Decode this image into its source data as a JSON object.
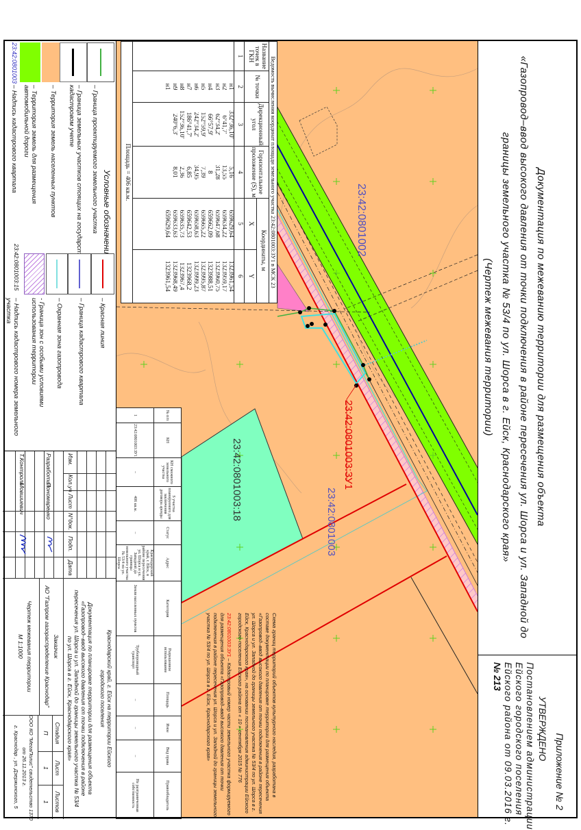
{
  "title": {
    "lines": [
      "Документация по межеванию территории для размещения объекта",
      "«Газопровод–ввод высокого давления от точки подключения в районе пересечения ул. Шорса и ул. Западной до",
      "границы земельного участка № 53/4 по ул. Шорса в г. Ейск, Краснодарского края»",
      "(Чертеж межевания территории)"
    ]
  },
  "approval": {
    "appendix": "Приложение № 2",
    "approved": "УТВЕРЖДЕНО",
    "lines": [
      "Постановлением администрации",
      "Ейского городского поселения",
      "Ейского района от 09.03.2016 г.",
      "№ 213"
    ]
  },
  "map": {
    "labels": {
      "quarter_north": "23:42:0801002",
      "parcel_zu1": "23:42:0801003:ЗУ1",
      "quarter_south": "23:42:0801003",
      "parcel_18": "23:42:0801003:18"
    },
    "colors": {
      "settlement": "#FFBF80",
      "road": "#80FF00",
      "red_line": "#E00000",
      "quarter_boundary": "#0000A0",
      "protection_zone": "#40E0E0",
      "parcel_18": "#80FFC0",
      "pink_area": "#FF80C8"
    }
  },
  "coord_table": {
    "caption": "Ведомость вычисления координат площади земельного участка 23:42:0801003:ЗУ1 в МСК 23",
    "headers": {
      "name": "Название точек в ГКН",
      "num": "№ точки",
      "angle": "Дирекционный угол",
      "dist": "Горизонтальное проложение (S), м",
      "coords": "Координаты, м",
      "x": "X",
      "y": "Y"
    },
    "index": [
      "1",
      "2",
      "3",
      "4",
      "5",
      "6"
    ],
    "rows": [
      {
        "num": "н1",
        "angle": "332°36,10'",
        "dist": "5,16",
        "x": "659629,64",
        "y": "1323961,54"
      },
      {
        "num": "н2",
        "angle": "6°41,7'",
        "dist": "13,55",
        "x": "659634,22",
        "y": "1323959,17"
      },
      {
        "num": "н3",
        "angle": "62°34,2'",
        "dist": "31,28",
        "x": "659647,68",
        "y": "1323960,75"
      },
      {
        "num": "н4",
        "angle": "66°57,9'",
        "dist": "8",
        "x": "659662,09",
        "y": "1323988,51"
      },
      {
        "num": "н5",
        "angle": "152°59,9'",
        "dist": "7,39",
        "x": "659665,22",
        "y": "1323995,87"
      },
      {
        "num": "н6",
        "angle": "242°34,2'",
        "dist": "34,95",
        "x": "659658,63",
        "y": "1323999,23"
      },
      {
        "num": "н7",
        "angle": "186°41,7'",
        "dist": "6,85",
        "x": "659642,53",
        "y": "1323968,2"
      },
      {
        "num": "н8",
        "angle": "152°36,10'",
        "dist": "2,36",
        "x": "659635,73",
        "y": "1323967,4"
      },
      {
        "num": "н9",
        "angle": "240°6,3'",
        "dist": "8,01",
        "x": "659633,63",
        "y": "1323968,49"
      },
      {
        "num": "н1",
        "angle": "",
        "dist": "",
        "x": "659629,64",
        "y": "1323961,54"
      }
    ],
    "area": "Площадь = 406 кв.м."
  },
  "parcel_table": {
    "headers": [
      "№ п/п",
      "КН",
      "КН смежного земельного участка",
      "S участка планируемого для заключения договора аренды",
      "Статус",
      "Адрес",
      "Категория",
      "Разрешенное использование",
      "Площадь",
      "Иное",
      "Вид права",
      "Правообладатель"
    ],
    "row": [
      "1",
      "23:42:0801003:ЗУ1",
      "–",
      "406 кв.м.",
      "–",
      "Краснодарский край, г. Ейск, в районе пересечения ул. Шорса и ул. Западной до границы земельного участка № 53/4 по ул. Шорса",
      "Земли населенных пунктов",
      "Трубопроводный транспорт",
      "–",
      "–",
      "–",
      "Не разграниченная собственность"
    ]
  },
  "legend": {
    "title": "Условные обозначения",
    "items": [
      "– Граница проектируемого земельного участка",
      "– Граница земельных участков стоящих на государственном кадастровом учете",
      "– Территория земель населенных пунктов",
      "– Территория земель для размещения автомобильной дороги",
      "– Надпись кадастрового квартала",
      "– Красная линия",
      "– Граница кадастрового квартала",
      "– Охранная зона газопровода",
      "- Граница зон с особыми условиями использования территории",
      "– Надпись кадастрового номера земельного участка"
    ],
    "sample_quarter": "23:42:0801003",
    "sample_parcel": "23:42:0801003:15"
  },
  "note": {
    "text": "Схема границ территорий объектов культурного наследия, разработана в составе документации по планировке территории для размещения объекта «Газопровод–ввод высокого давления от точки подключения в районе пересечения ул. Шорса и ул. Западной до границы земельного участка № 53/4 по ул. Шорса в г. Ейск, Краснодарского края», на основании постановления администрации Ейского городского поселения Ейского района от « 10 » сентября 2015 № 776",
    "cadastral": "23:42:0801003:ЗУ1",
    "cadastral_text": " – Кадастровый номер части земельного участка формируемого для размещения объекта «Газопровод–ввод высокого давления от точки подключения в районе пересечения ул. Шорса и ул. Западной до границы земельного участка № 53/4 по ул. Шорса в г. Ейск, Краснодарского края»"
  },
  "stamp": {
    "cols": [
      "Изм.",
      "Кол.уч",
      "Лист",
      "N°док.",
      "Подп.",
      "Дата"
    ],
    "developed_role": "Разработал",
    "developed_name": "Пономаренко",
    "control_role": "Т.Контроль",
    "control_name": "Мовшиевич",
    "location": "Краснодарский край, г. Ейск на территории Ейского",
    "location2": "городского поселения",
    "doc_lines": [
      "Документация по планировке территории для размещения объекта",
      "«Газопровод–ввод высокого давления от точки подключения в районе",
      "пересечения ул. Шорса и ул. Западной до границы земельного участка № 53/4",
      "по ул. Шорса в г. Ейск, Краснодарского края»"
    ],
    "customer_label": "Заказчик",
    "customer": "АО \"Газпром газораспределение Краснодар\"",
    "sheet_title": "Чертеж межевания территории",
    "scale": "М 1:1000",
    "stage_label": "Стадия",
    "sheet_label": "Лист",
    "sheets_label": "Листов",
    "stage": "П",
    "sheet": "1",
    "sheets": "1",
    "org": "ООО КО \"МегаПолис\" свидетельство 1370",
    "org2": "от 26.11.2013 г.",
    "org3": "г. Краснодар , ул. Дзержинского, 5"
  }
}
